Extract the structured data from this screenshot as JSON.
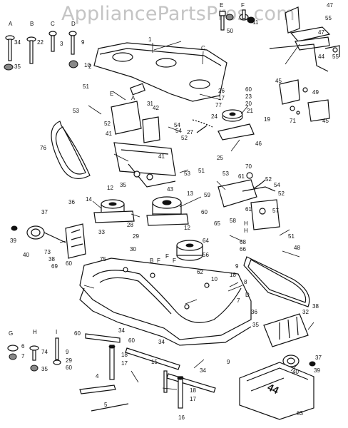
{
  "watermark": "AppliancePartsPros.com",
  "deck_badge": "44",
  "labels": [
    {
      "id": "a-letter",
      "text": "A"
    },
    {
      "id": "b-letter",
      "text": "B"
    },
    {
      "id": "c-letter",
      "text": "C"
    },
    {
      "id": "d-letter",
      "text": "D"
    },
    {
      "id": "e-letter",
      "text": "E"
    },
    {
      "id": "f-letter",
      "text": "F"
    },
    {
      "id": "g-letter",
      "text": "G"
    },
    {
      "id": "h-letter",
      "text": "H"
    },
    {
      "id": "i-letter",
      "text": "I"
    },
    {
      "id": "p34",
      "text": "34"
    },
    {
      "id": "p22",
      "text": "22"
    },
    {
      "id": "p3",
      "text": "3"
    },
    {
      "id": "p9a",
      "text": "9"
    },
    {
      "id": "p35a",
      "text": "35"
    },
    {
      "id": "p10a",
      "text": "10"
    },
    {
      "id": "p11",
      "text": "11"
    },
    {
      "id": "p50",
      "text": "50"
    },
    {
      "id": "p1",
      "text": "1"
    },
    {
      "id": "p2",
      "text": "2"
    },
    {
      "id": "p47a",
      "text": "47"
    },
    {
      "id": "p55a",
      "text": "55"
    },
    {
      "id": "p47b",
      "text": "47"
    },
    {
      "id": "p44",
      "text": "44"
    },
    {
      "id": "p55b",
      "text": "55"
    },
    {
      "id": "p51a",
      "text": "51"
    },
    {
      "id": "pEa",
      "text": "E"
    },
    {
      "id": "pA",
      "text": "A"
    },
    {
      "id": "p31",
      "text": "31"
    },
    {
      "id": "p52a",
      "text": "52"
    },
    {
      "id": "p53a",
      "text": "53"
    },
    {
      "id": "p42",
      "text": "42"
    },
    {
      "id": "p41a",
      "text": "41"
    },
    {
      "id": "p54a",
      "text": "54"
    },
    {
      "id": "pC",
      "text": "C"
    },
    {
      "id": "p26",
      "text": "26"
    },
    {
      "id": "p17a",
      "text": "17"
    },
    {
      "id": "p77",
      "text": "77"
    },
    {
      "id": "p60a",
      "text": "60"
    },
    {
      "id": "p23",
      "text": "23"
    },
    {
      "id": "p20",
      "text": "20"
    },
    {
      "id": "p21",
      "text": "21"
    },
    {
      "id": "p24",
      "text": "24"
    },
    {
      "id": "p19",
      "text": "19"
    },
    {
      "id": "p27",
      "text": "27"
    },
    {
      "id": "p54b",
      "text": "54"
    },
    {
      "id": "p52b",
      "text": "52"
    },
    {
      "id": "p45a",
      "text": "45"
    },
    {
      "id": "p49",
      "text": "49"
    },
    {
      "id": "p71",
      "text": "71"
    },
    {
      "id": "p45b",
      "text": "45"
    },
    {
      "id": "p76",
      "text": "76"
    },
    {
      "id": "p46",
      "text": "46"
    },
    {
      "id": "p70",
      "text": "70"
    },
    {
      "id": "p25",
      "text": "25"
    },
    {
      "id": "p41b",
      "text": "41"
    },
    {
      "id": "p53b",
      "text": "53"
    },
    {
      "id": "p51b",
      "text": "51"
    },
    {
      "id": "p35b",
      "text": "35"
    },
    {
      "id": "p43",
      "text": "43"
    },
    {
      "id": "p12a",
      "text": "12"
    },
    {
      "id": "p14",
      "text": "14"
    },
    {
      "id": "p13",
      "text": "13"
    },
    {
      "id": "p53c",
      "text": "53"
    },
    {
      "id": "p61a",
      "text": "61"
    },
    {
      "id": "p52c",
      "text": "52"
    },
    {
      "id": "p54c",
      "text": "54"
    },
    {
      "id": "p59",
      "text": "59"
    },
    {
      "id": "p52d",
      "text": "52"
    },
    {
      "id": "p61b",
      "text": "61"
    },
    {
      "id": "p57",
      "text": "57"
    },
    {
      "id": "p58",
      "text": "58"
    },
    {
      "id": "pH1",
      "text": "H"
    },
    {
      "id": "pH2",
      "text": "H"
    },
    {
      "id": "p51c",
      "text": "51"
    },
    {
      "id": "p36a",
      "text": "36"
    },
    {
      "id": "p37a",
      "text": "37"
    },
    {
      "id": "p33",
      "text": "33"
    },
    {
      "id": "p28",
      "text": "28"
    },
    {
      "id": "p29",
      "text": "29"
    },
    {
      "id": "p30",
      "text": "30"
    },
    {
      "id": "p60b",
      "text": "60"
    },
    {
      "id": "p65",
      "text": "65"
    },
    {
      "id": "p64",
      "text": "64"
    },
    {
      "id": "p12b",
      "text": "12"
    },
    {
      "id": "p68",
      "text": "68"
    },
    {
      "id": "p66",
      "text": "66"
    },
    {
      "id": "p48",
      "text": "48"
    },
    {
      "id": "p39a",
      "text": "39"
    },
    {
      "id": "p40a",
      "text": "40"
    },
    {
      "id": "p73",
      "text": "73"
    },
    {
      "id": "p38a",
      "text": "38"
    },
    {
      "id": "p69",
      "text": "69"
    },
    {
      "id": "p60c",
      "text": "60"
    },
    {
      "id": "p75",
      "text": "75"
    },
    {
      "id": "pB2",
      "text": "B"
    },
    {
      "id": "pF1",
      "text": "F"
    },
    {
      "id": "pF2",
      "text": "F"
    },
    {
      "id": "pF3",
      "text": "F"
    },
    {
      "id": "p56",
      "text": "56"
    },
    {
      "id": "p62",
      "text": "62"
    },
    {
      "id": "p10b",
      "text": "10"
    },
    {
      "id": "p9b",
      "text": "9"
    },
    {
      "id": "p18a",
      "text": "18"
    },
    {
      "id": "p8",
      "text": "8"
    },
    {
      "id": "pD",
      "text": "D"
    },
    {
      "id": "p7a",
      "text": "7"
    },
    {
      "id": "p36b",
      "text": "36"
    },
    {
      "id": "p32",
      "text": "32"
    },
    {
      "id": "p38b",
      "text": "38"
    },
    {
      "id": "p35c",
      "text": "35"
    },
    {
      "id": "p37b",
      "text": "37"
    },
    {
      "id": "p40b",
      "text": "40"
    },
    {
      "id": "p39b",
      "text": "39"
    },
    {
      "id": "p63",
      "text": "63"
    },
    {
      "id": "p6",
      "text": "6"
    },
    {
      "id": "p7b",
      "text": "7"
    },
    {
      "id": "p74",
      "text": "74"
    },
    {
      "id": "p35d",
      "text": "35"
    },
    {
      "id": "p9c",
      "text": "9"
    },
    {
      "id": "p29b",
      "text": "29"
    },
    {
      "id": "p60d",
      "text": "60"
    },
    {
      "id": "p34b",
      "text": "34"
    },
    {
      "id": "p60e",
      "text": "60"
    },
    {
      "id": "p34c",
      "text": "34"
    },
    {
      "id": "p18b",
      "text": "18"
    },
    {
      "id": "p17b",
      "text": "17"
    },
    {
      "id": "p15",
      "text": "15"
    },
    {
      "id": "p4",
      "text": "4"
    },
    {
      "id": "p5",
      "text": "5"
    },
    {
      "id": "p34d",
      "text": "34"
    },
    {
      "id": "p18c",
      "text": "18"
    },
    {
      "id": "p17c",
      "text": "17"
    },
    {
      "id": "p16",
      "text": "16"
    },
    {
      "id": "p9d",
      "text": "9"
    },
    {
      "id": "p60f",
      "text": "60"
    }
  ]
}
